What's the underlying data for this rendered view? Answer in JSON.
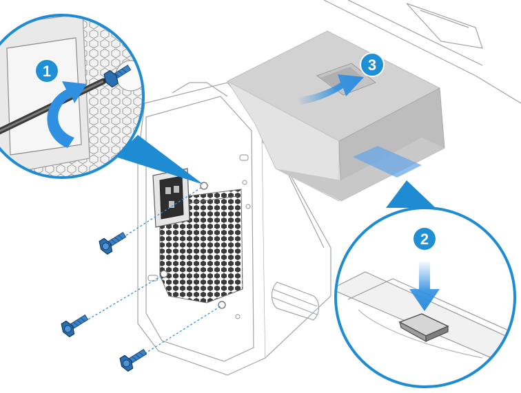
{
  "figure": {
    "steps": [
      {
        "number": "1",
        "badge_color": "#1f8fd6"
      },
      {
        "number": "2",
        "badge_color": "#1f8fd6"
      },
      {
        "number": "3",
        "badge_color": "#1f8fd6"
      }
    ],
    "colors": {
      "accent_blue": "#1e8bd3",
      "arrow_blue": "#2f8fe0",
      "line_gray": "#8a8f95",
      "psu_top": "#cfcfcf",
      "psu_side": "#b9b9b9",
      "tab_blue": "#6aa8e6"
    },
    "icons": [
      "screwdriver-icon",
      "rotate-arrow-icon",
      "push-arrow-icon",
      "press-down-arrow-icon",
      "screw-icon"
    ]
  }
}
